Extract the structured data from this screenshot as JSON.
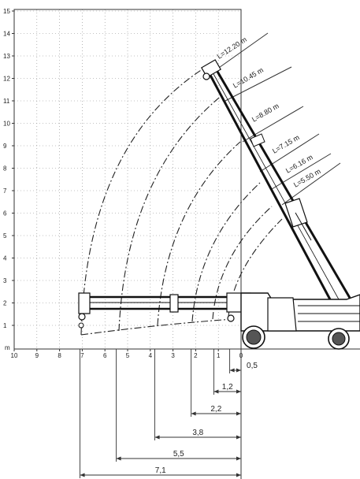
{
  "diagram": {
    "y_axis": {
      "ticks": [
        "1",
        "2",
        "3",
        "4",
        "5",
        "6",
        "7",
        "8",
        "9",
        "10",
        "11",
        "12",
        "13",
        "14",
        "15"
      ],
      "unit": "m"
    },
    "x_axis": {
      "ticks": [
        "10",
        "9",
        "8",
        "7",
        "6",
        "5",
        "4",
        "3",
        "2",
        "1",
        "0"
      ]
    },
    "boom_lengths": [
      "L=12.20 m",
      "L=10.45 m",
      "L=8.80 m",
      "L=7.15 m",
      "L=6.16 m",
      "L=5.50 m"
    ],
    "reach_dimensions": [
      "0,5",
      "1,2",
      "2,2",
      "3,8",
      "5,5",
      "7,1"
    ]
  }
}
